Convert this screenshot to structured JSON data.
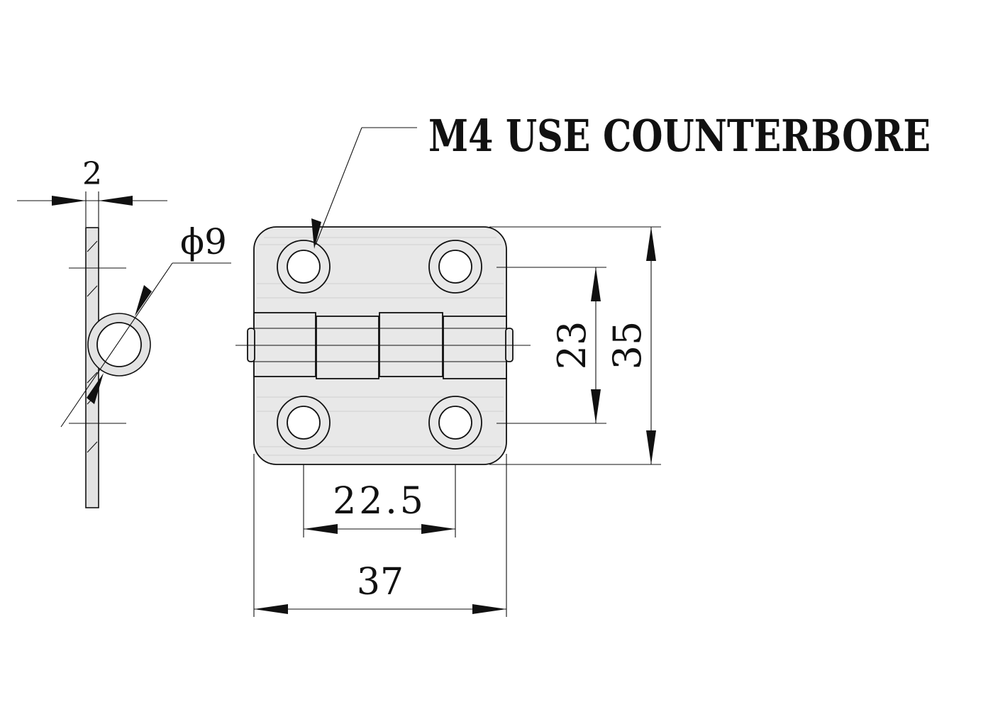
{
  "callout": {
    "text": "M4 USE COUNTERBORE"
  },
  "dimensions": {
    "thickness": "2",
    "pin_diameter": "ϕ9",
    "hole_pitch_vertical": "23",
    "overall_height": "35",
    "hole_pitch_horizontal": "22.5",
    "overall_width": "37"
  },
  "colors": {
    "line": "#111111",
    "fill": "#e8e8e8",
    "background": "#ffffff"
  }
}
